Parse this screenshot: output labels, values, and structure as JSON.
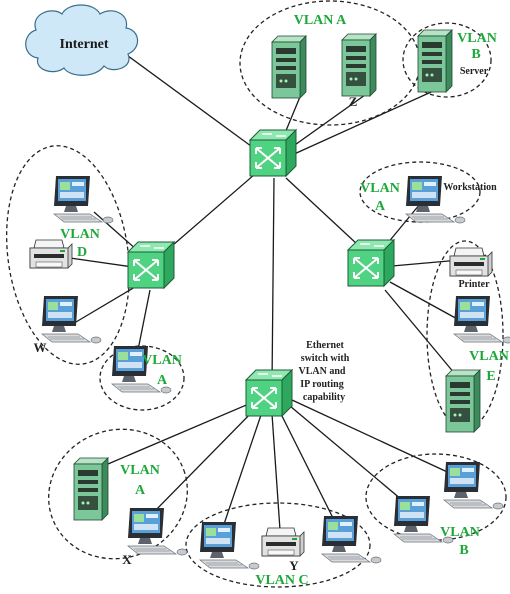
{
  "labels": {
    "internet": "Internet",
    "vlan_a": "VLAN A",
    "vlan_a_word": "VLAN",
    "vlan_a_letter": "A",
    "vlan_b_word": "VLAN",
    "vlan_b_letter": "B",
    "vlan_c": "VLAN C",
    "vlan_d_word": "VLAN",
    "vlan_d_letter": "D",
    "vlan_e_word": "VLAN",
    "vlan_e_letter": "E",
    "server": "Server",
    "workstation": "Workstation",
    "printer": "Printer",
    "x": "X",
    "y": "Y",
    "z": "Z",
    "w": "W",
    "switch_caption": [
      "Ethernet",
      "switch with",
      "VLAN and",
      "IP routing",
      "capability"
    ]
  },
  "colors": {
    "vlan_text": "#1ea83a",
    "switch": "#4fd383",
    "cloud": "#cfe8f8",
    "server": "#7bc79a",
    "monitor_screen": "#5aa0d8"
  },
  "icons": {
    "cloud": "internet-cloud-icon",
    "switch": "ethernet-switch-icon",
    "server": "server-tower-icon",
    "workstation": "workstation-icon",
    "printer": "printer-icon"
  }
}
